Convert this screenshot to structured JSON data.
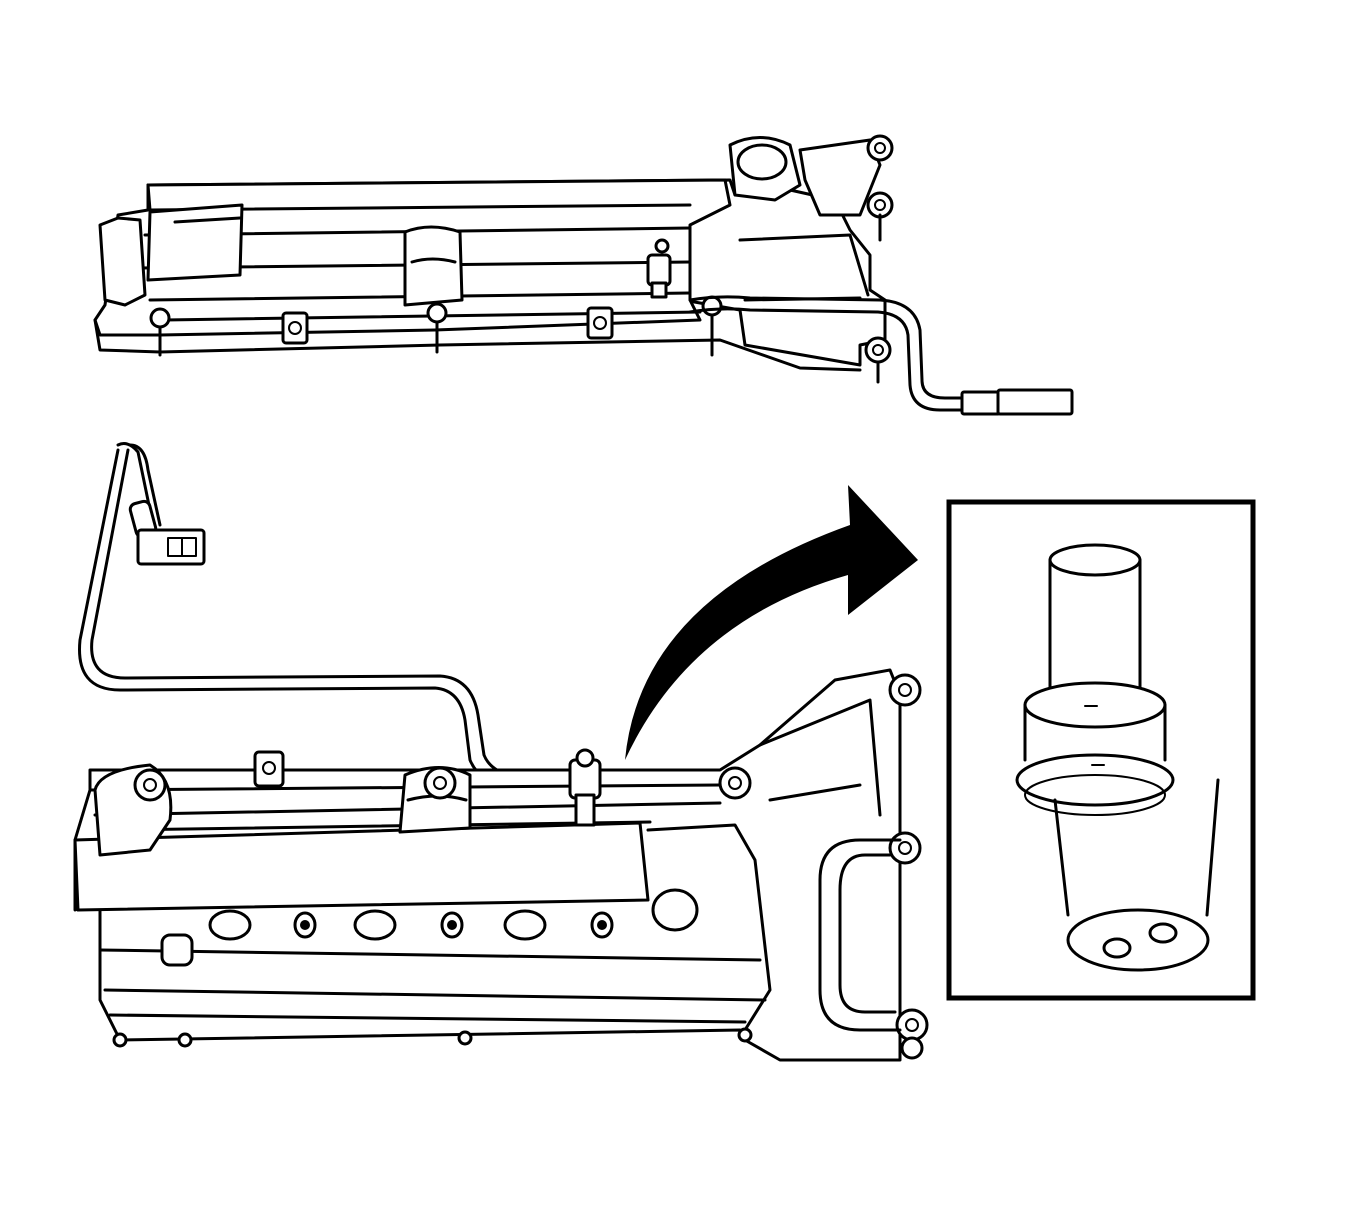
{
  "figure": {
    "parts": [
      {
        "name": "upper-cam-cover-view",
        "icon": "valve-cover-top-view"
      },
      {
        "name": "lower-cam-cover-view",
        "icon": "valve-cover-side-view"
      },
      {
        "name": "detail-arrow",
        "icon": "curved-arrow-icon"
      },
      {
        "name": "detail-inset",
        "icon": "sensor-connector-closeup"
      }
    ],
    "colors": {
      "line": "#000000",
      "background": "#ffffff"
    }
  }
}
